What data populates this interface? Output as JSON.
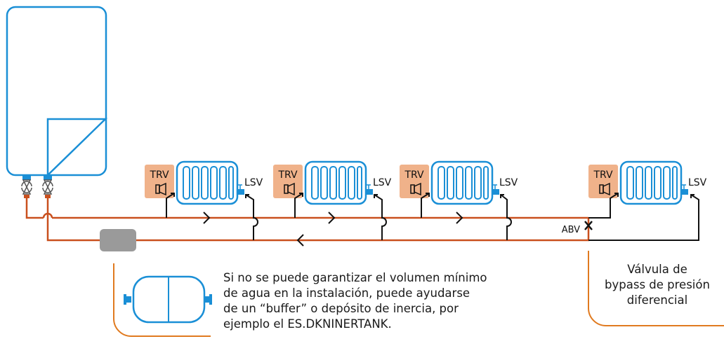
{
  "labels": {
    "trv": "TRV",
    "lsv": "LSV",
    "abv": "ABV"
  },
  "notes": {
    "buffer": [
      "Si no se puede garantizar el volumen mínimo",
      "de agua en la instalación, puede ayudarse",
      "de un “buffer” o depósito de inercia, por",
      "ejemplo el ES.DKNINERTANK."
    ],
    "abv": [
      "Válvula de",
      "bypass de presión",
      "diferencial"
    ]
  },
  "colors": {
    "outline_blue": "#1a8fd6",
    "pipe_orange": "#c9501e",
    "callout_orange": "#e07a1f",
    "trv_fill": "#f0b28a",
    "buffer_grey": "#9a9a9a",
    "bypass_black": "#111111"
  }
}
